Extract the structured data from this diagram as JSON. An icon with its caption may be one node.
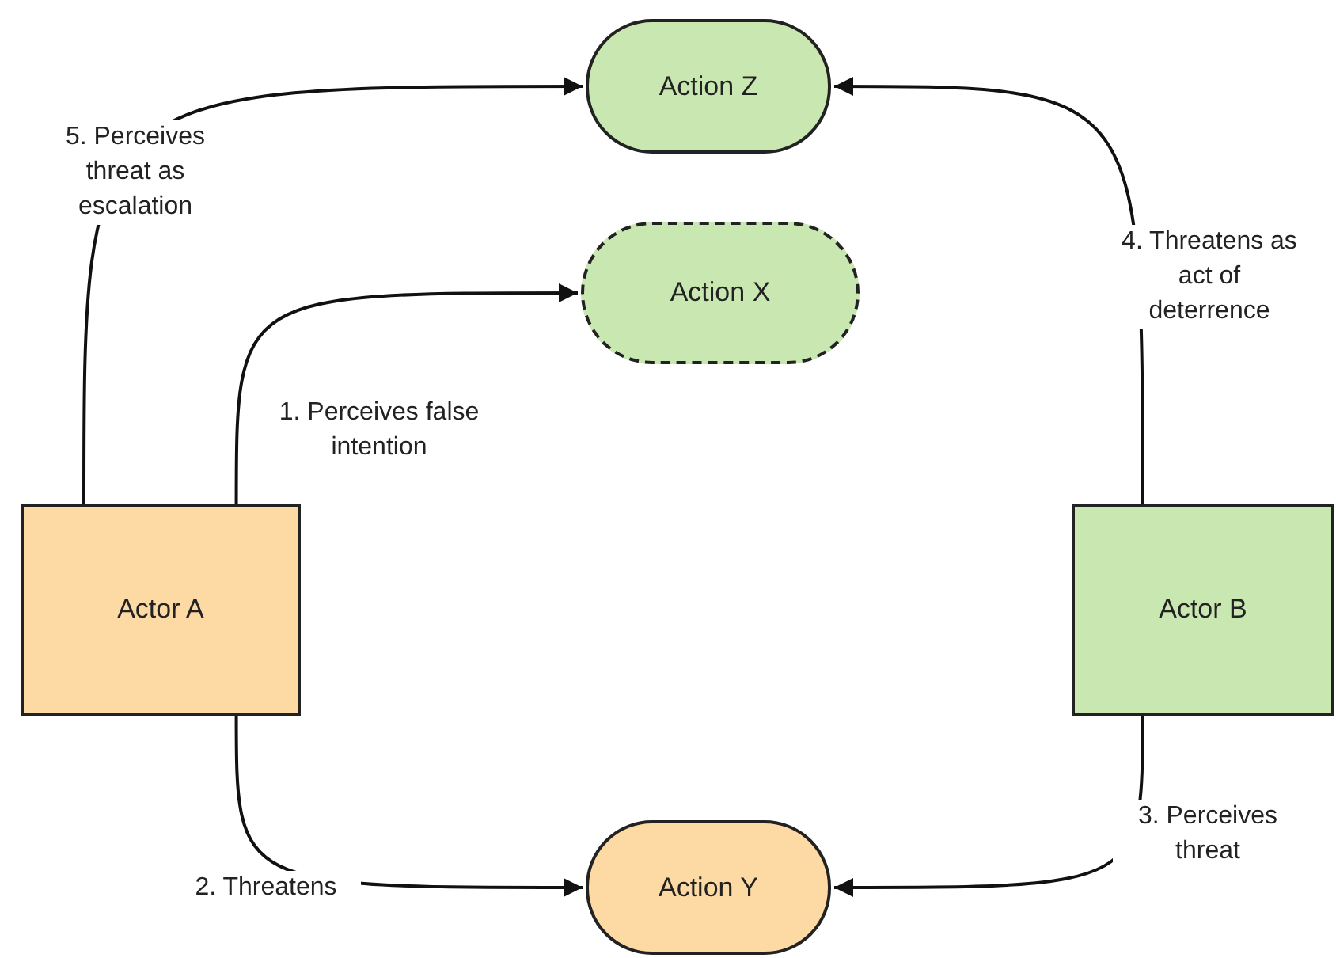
{
  "diagram": {
    "nodes": [
      {
        "text": [
          "Action Z"
        ]
      },
      {
        "text": [
          "Action X"
        ]
      },
      {
        "text": [
          "Actor A"
        ]
      },
      {
        "text": [
          "Actor B"
        ]
      },
      {
        "text": [
          "Action Y"
        ]
      }
    ],
    "edges": [
      {
        "from": 2,
        "to": 0,
        "arrow": "to",
        "label": "5. Perceives threat as escalation"
      },
      {
        "from": 2,
        "to": 1,
        "arrow": "to",
        "label": "1. Perceives false intention"
      },
      {
        "from": 2,
        "to": 4,
        "arrow": "to",
        "label": "2. Threatens"
      },
      {
        "from": 3,
        "to": 4,
        "arrow": "to",
        "label": "3. Perceives threat"
      },
      {
        "from": 3,
        "to": 0,
        "arrow": "to",
        "label": "4. Threatens as act of deterrence"
      }
    ]
  }
}
